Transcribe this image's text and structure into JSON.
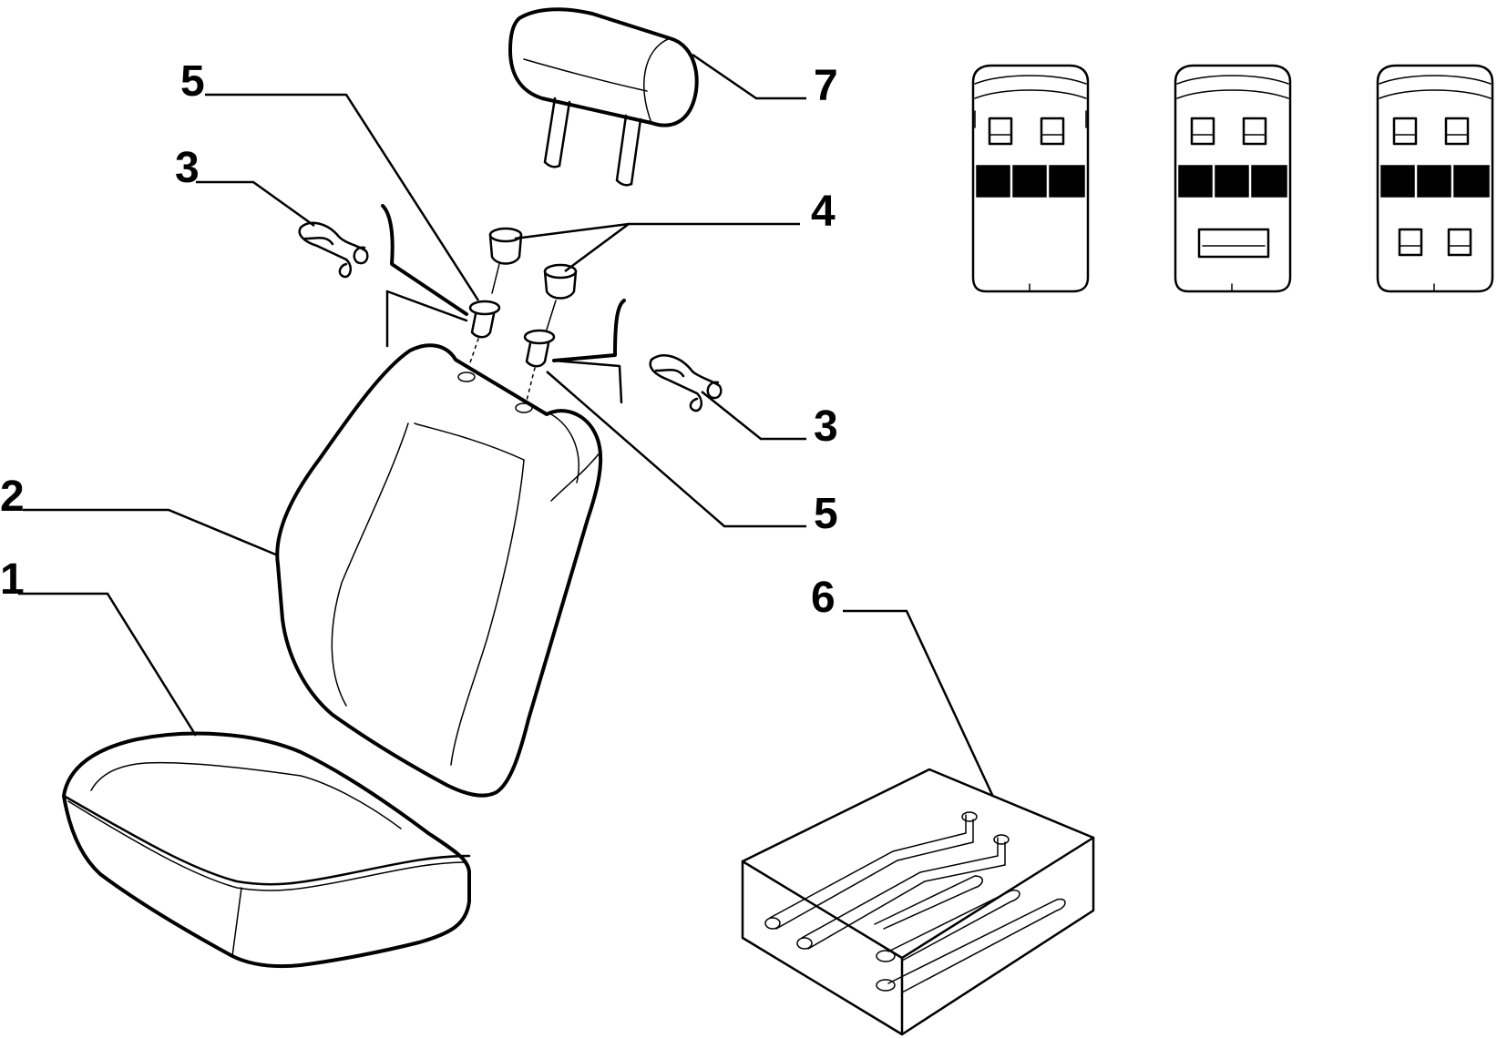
{
  "callouts": {
    "c1": "1",
    "c2": "2",
    "c3a": "3",
    "c3b": "3",
    "c4": "4",
    "c5a": "5",
    "c5b": "5",
    "c6": "6",
    "c7": "7"
  },
  "icons": {
    "variant_panels": [
      "seat-layout-variant-1-icon",
      "seat-layout-variant-2-icon",
      "seat-layout-variant-3-icon"
    ]
  },
  "colors": {
    "line": "#000000",
    "background": "#ffffff"
  }
}
